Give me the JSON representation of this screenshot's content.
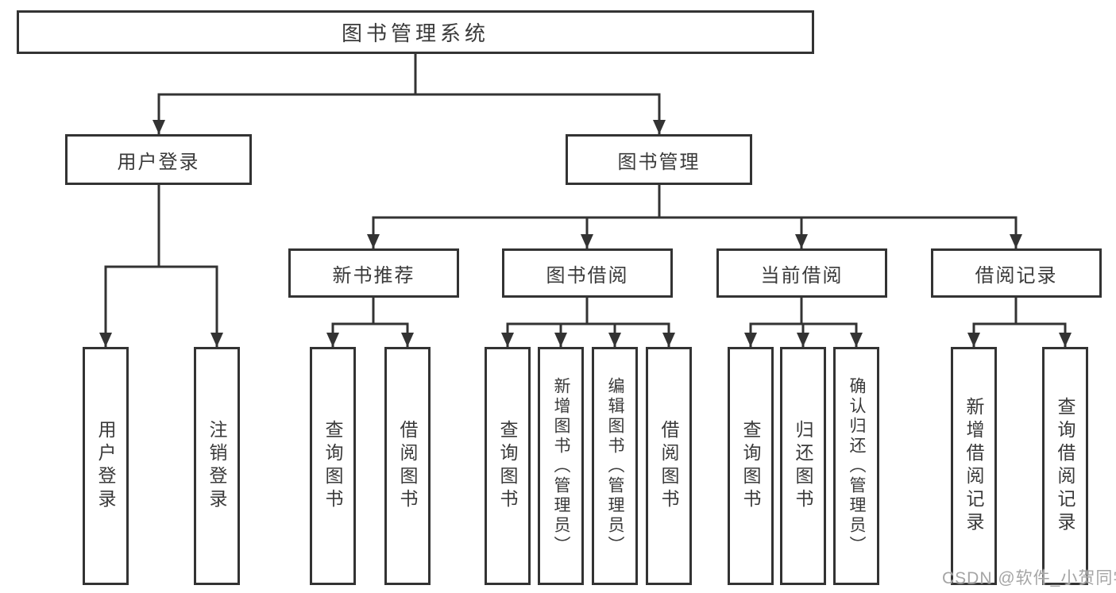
{
  "diagram": {
    "title": "图书管理系统",
    "level2": [
      {
        "label": "用户登录"
      },
      {
        "label": "图书管理"
      }
    ],
    "level3": [
      {
        "label": "新书推荐"
      },
      {
        "label": "图书借阅"
      },
      {
        "label": "当前借阅"
      },
      {
        "label": "借阅记录"
      }
    ],
    "leaves": [
      {
        "label": "用户登录"
      },
      {
        "label": "注销登录"
      },
      {
        "label": "查询图书"
      },
      {
        "label": "借阅图书"
      },
      {
        "label": "查询图书"
      },
      {
        "label": "新增图书（管理员）"
      },
      {
        "label": "编辑图书（管理员）"
      },
      {
        "label": "借阅图书"
      },
      {
        "label": "查询图书"
      },
      {
        "label": "归还图书"
      },
      {
        "label": "确认归还（管理员）"
      },
      {
        "label": "新增借阅记录"
      },
      {
        "label": "查询借阅记录"
      }
    ]
  },
  "watermark": {
    "text": "CSDN @软件_小贺同学"
  },
  "colors": {
    "line": "#333333",
    "box_border": "#333333",
    "box_fill": "#ffffff",
    "text": "#3a3a3a",
    "watermark": "#a5a5a5",
    "background": "#ffffff"
  }
}
